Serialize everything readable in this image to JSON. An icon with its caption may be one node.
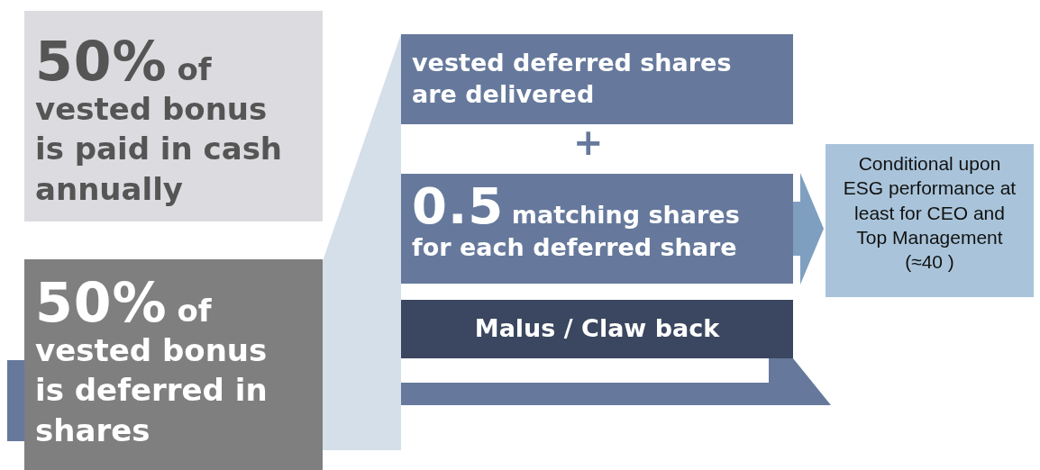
{
  "diagram": {
    "nodes": [
      {
        "text": [
          "50%",
          "of vested bonus is paid in cash annually"
        ]
      },
      {
        "text": [
          "50%",
          "of vested bonus is deferred in shares"
        ]
      },
      {
        "text": [
          "vested deferred shares are delivered"
        ]
      },
      {
        "text": [
          "0.5",
          "matching shares for each deferred share"
        ]
      },
      {
        "text": [
          "Malus / Claw back"
        ]
      },
      {
        "text": [
          "Conditional upon ESG performance at least for CEO and Top Management (≈40 )"
        ]
      },
      {
        "text": [],
        "shape": "bar"
      },
      {
        "text": [],
        "shape": "funnel"
      },
      {
        "text": [],
        "shape": "bar"
      }
    ],
    "edges": [
      {
        "from": 3,
        "to": 5,
        "arrow": "to"
      }
    ],
    "labels": [
      "+"
    ]
  }
}
